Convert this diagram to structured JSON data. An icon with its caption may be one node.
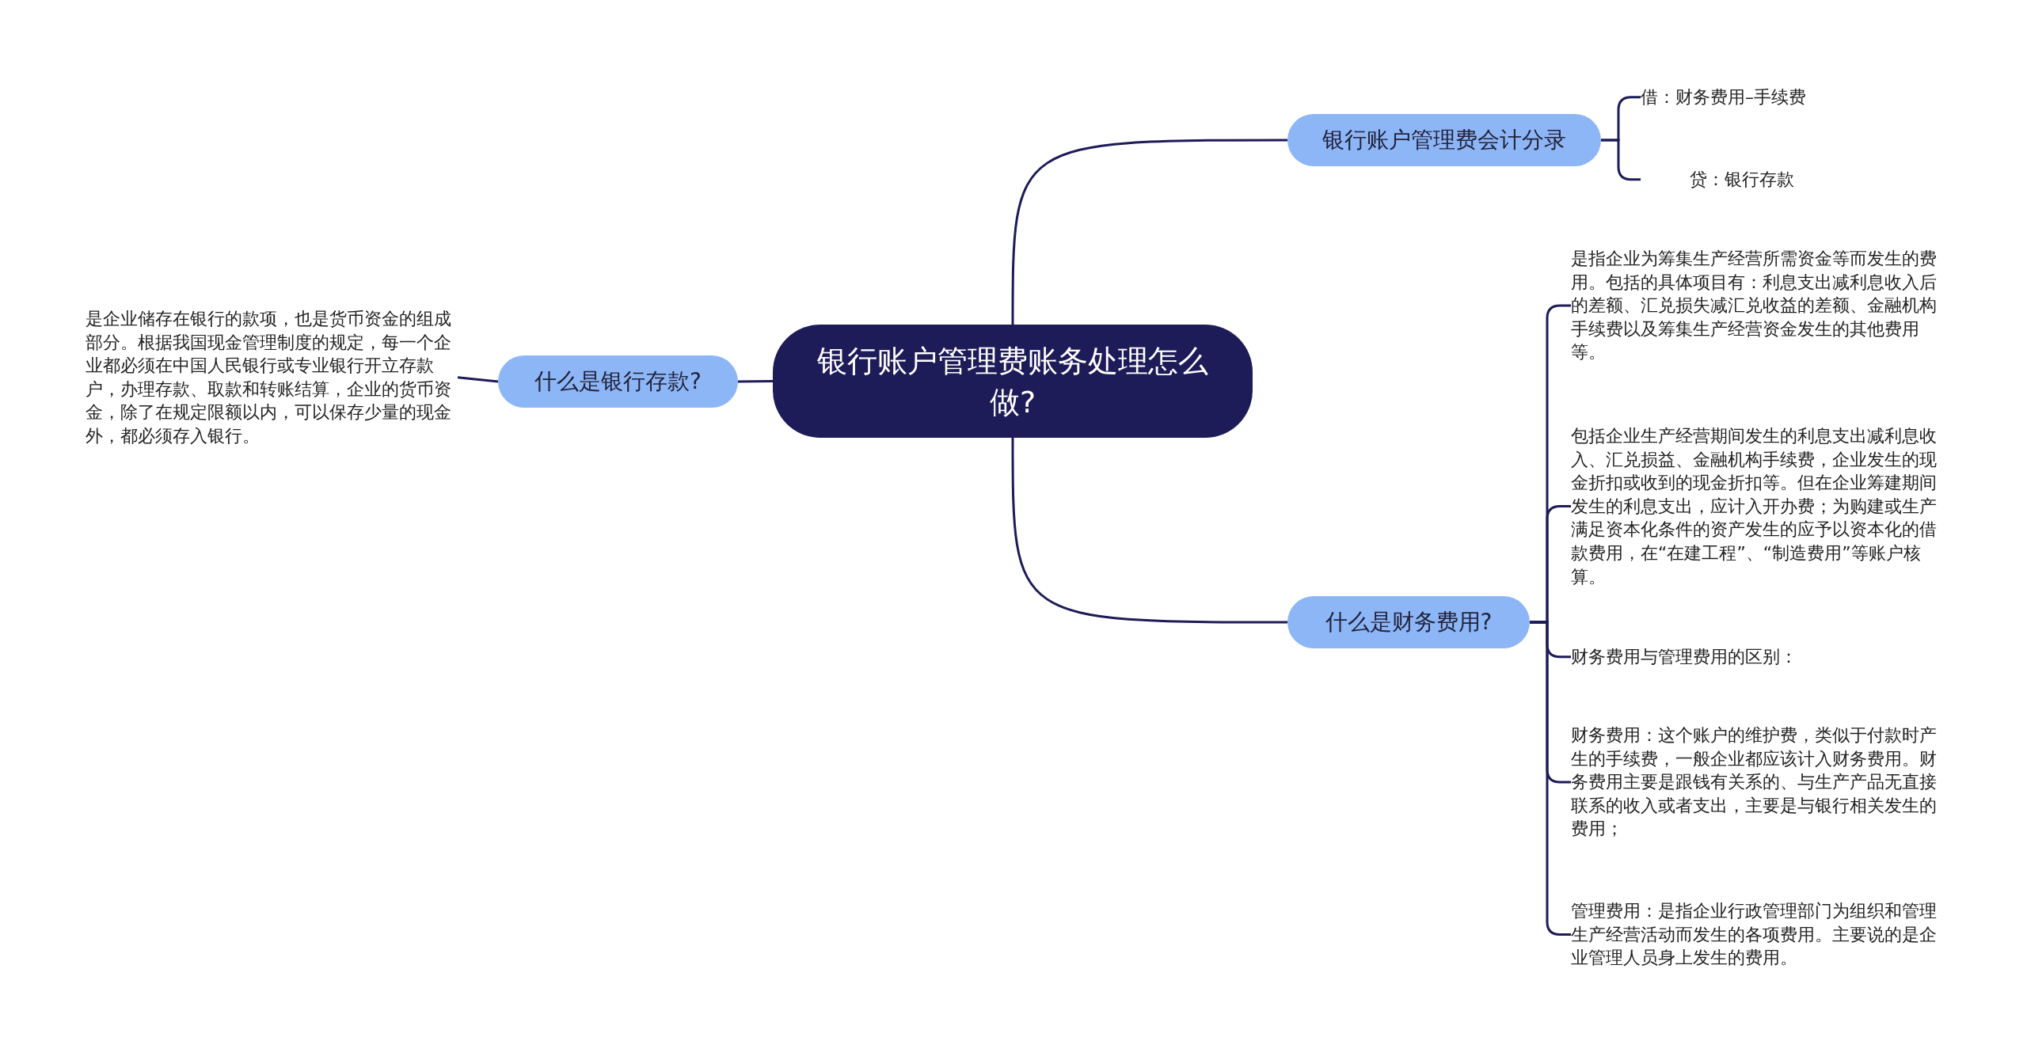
{
  "diagram": {
    "nodes": [
      {
        "text": [
          "银行账户管理费账务处理怎么做?"
        ]
      },
      {
        "text": [
          "银行账户管理费会计分录"
        ]
      },
      {
        "text": [
          "借：财务费用–手续费"
        ]
      },
      {
        "text": [
          "贷：银行存款"
        ]
      },
      {
        "text": [
          "什么是银行存款?"
        ]
      },
      {
        "text": [
          "是企业储存在银行的款项，也是货币资金的组成部分。根据我国现金管理制度的规定，每一个企业都必须在中国人民银行或专业银行开立存款户，办理存款、取款和转账结算，企业的货币资金，除了在规定限额以内，可以保存少量的现金外，都必须存入银行。"
        ]
      },
      {
        "text": [
          "什么是财务费用?"
        ]
      },
      {
        "text": [
          "是指企业为筹集生产经营所需资金等而发生的费用。包括的具体项目有：利息支出减利息收入后的差额、汇兑损失减汇兑收益的差额、金融机构手续费以及筹集生产经营资金发生的其他费用等。"
        ]
      },
      {
        "text": [
          "包括企业生产经营期间发生的利息支出减利息收入、汇兑损益、金融机构手续费，企业发生的现金折扣或收到的现金折扣等。但在企业筹建期间发生的利息支出，应计入开办费；为购建或生产满足资本化条件的资产发生的应予以资本化的借款费用，在“在建工程”、“制造费用”等账户核算。"
        ]
      },
      {
        "text": [
          "财务费用与管理费用的区别："
        ]
      },
      {
        "text": [
          "财务费用：这个账户的维护费，类似于付款时产生的手续费，一般企业都应该计入财务费用。财务费用主要是跟钱有关系的、与生产产品无直接联系的收入或者支出，主要是与银行相关发生的费用；"
        ]
      },
      {
        "text": [
          "管理费用：是指企业行政管理部门为组织和管理生产经营活动而发生的各项费用。主要说的是企业管理人员身上发生的费用。"
        ]
      }
    ],
    "edges": [
      {
        "from": 0,
        "to": 1,
        "arrow": "none"
      },
      {
        "from": 1,
        "to": 2,
        "arrow": "none"
      },
      {
        "from": 1,
        "to": 3,
        "arrow": "none"
      },
      {
        "from": 0,
        "to": 4,
        "arrow": "none"
      },
      {
        "from": 4,
        "to": 5,
        "arrow": "none"
      },
      {
        "from": 0,
        "to": 6,
        "arrow": "none"
      },
      {
        "from": 6,
        "to": 7,
        "arrow": "none"
      },
      {
        "from": 6,
        "to": 8,
        "arrow": "none"
      },
      {
        "from": 6,
        "to": 9,
        "arrow": "none"
      },
      {
        "from": 6,
        "to": 10,
        "arrow": "none"
      },
      {
        "from": 6,
        "to": 11,
        "arrow": "none"
      }
    ]
  }
}
